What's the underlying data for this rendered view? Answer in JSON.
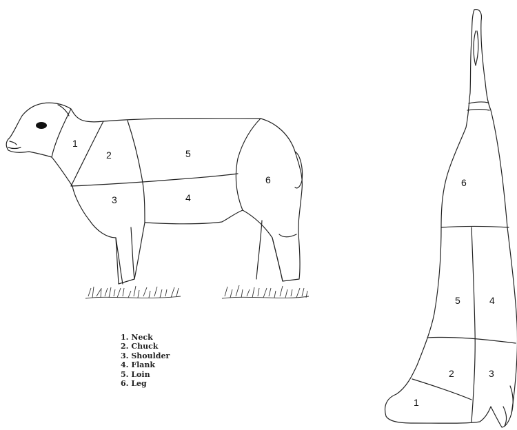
{
  "sheep_labels": [
    "1",
    "2",
    "3",
    "4",
    "5",
    "6"
  ],
  "carcass_labels": [
    "1",
    "2",
    "3",
    "4",
    "5",
    "6"
  ],
  "legend": [
    "1. Neck",
    "2. Chuck",
    "3. Shoulder",
    "4. Flank",
    "5. Loin",
    "6. Leg"
  ]
}
